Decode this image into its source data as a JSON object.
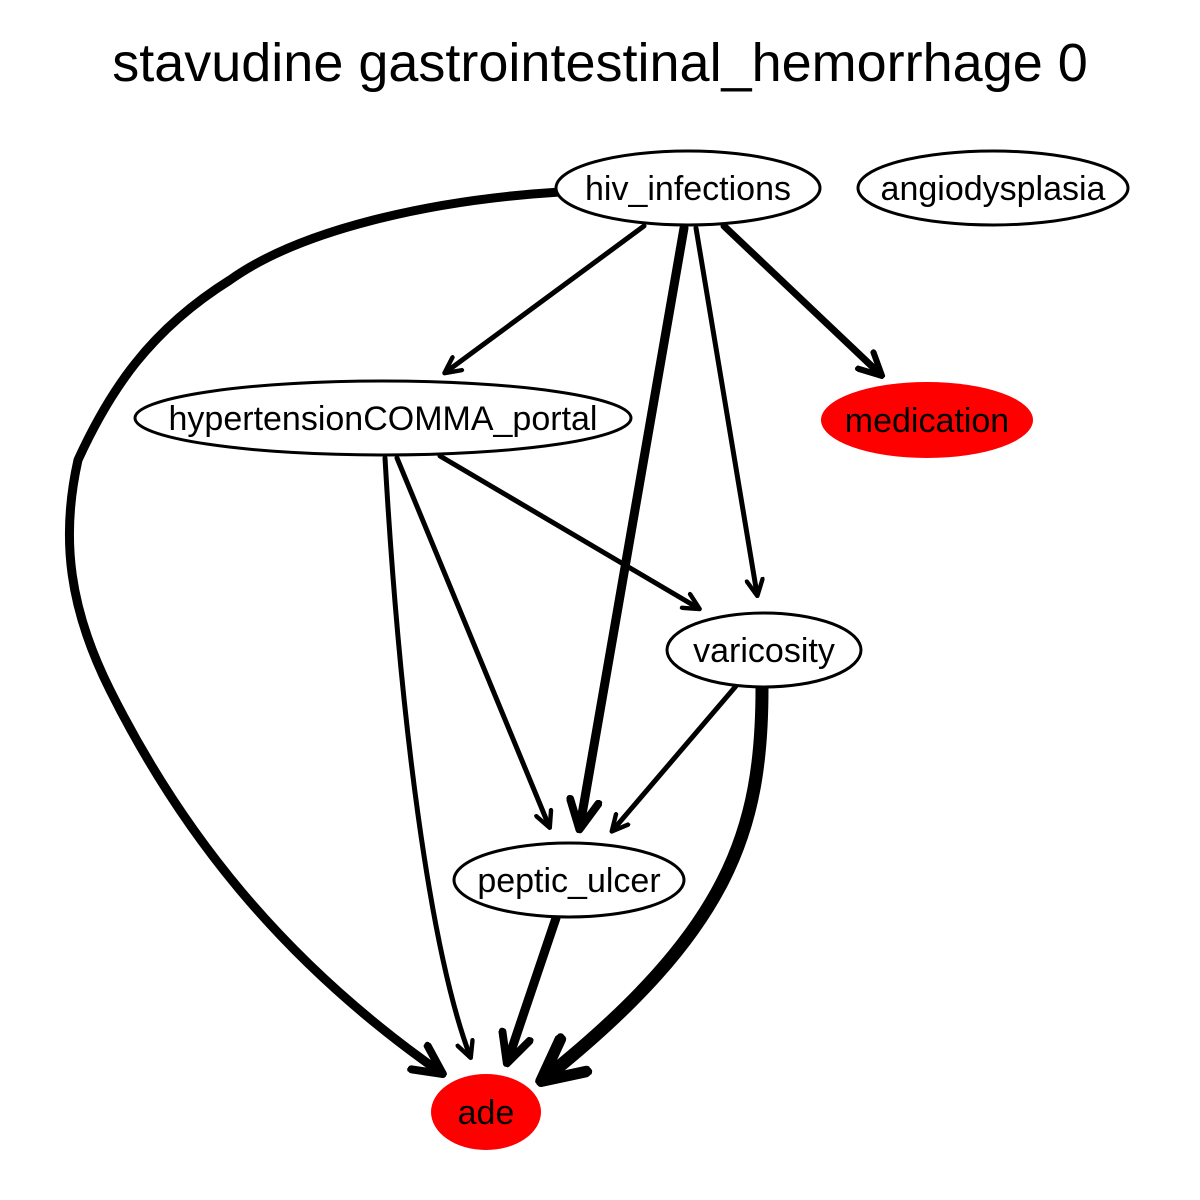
{
  "title": "stavudine gastrointestinal_hemorrhage 0",
  "colors": {
    "highlight": "#ff0000",
    "default_fill": "#ffffff",
    "stroke": "#000000"
  },
  "nodes": [
    {
      "id": "hiv_infections",
      "label": "hiv_infections",
      "highlighted": false
    },
    {
      "id": "angiodysplasia",
      "label": "angiodysplasia",
      "highlighted": false
    },
    {
      "id": "hypertension_portal",
      "label": "hypertensionCOMMA_portal",
      "highlighted": false
    },
    {
      "id": "medication",
      "label": "medication",
      "highlighted": true
    },
    {
      "id": "varicosity",
      "label": "varicosity",
      "highlighted": false
    },
    {
      "id": "peptic_ulcer",
      "label": "peptic_ulcer",
      "highlighted": false
    },
    {
      "id": "ade",
      "label": "ade",
      "highlighted": true
    }
  ],
  "edges": [
    {
      "from": "hiv_infections",
      "to": "ade",
      "weight": "heavy"
    },
    {
      "from": "hiv_infections",
      "to": "hypertension_portal",
      "weight": "light"
    },
    {
      "from": "hiv_infections",
      "to": "peptic_ulcer",
      "weight": "heavy"
    },
    {
      "from": "hiv_infections",
      "to": "varicosity",
      "weight": "light"
    },
    {
      "from": "hiv_infections",
      "to": "medication",
      "weight": "medium"
    },
    {
      "from": "hypertension_portal",
      "to": "ade",
      "weight": "light"
    },
    {
      "from": "hypertension_portal",
      "to": "peptic_ulcer",
      "weight": "light"
    },
    {
      "from": "hypertension_portal",
      "to": "varicosity",
      "weight": "light"
    },
    {
      "from": "varicosity",
      "to": "peptic_ulcer",
      "weight": "light"
    },
    {
      "from": "varicosity",
      "to": "ade",
      "weight": "heaviest"
    },
    {
      "from": "peptic_ulcer",
      "to": "ade",
      "weight": "heavy"
    }
  ]
}
